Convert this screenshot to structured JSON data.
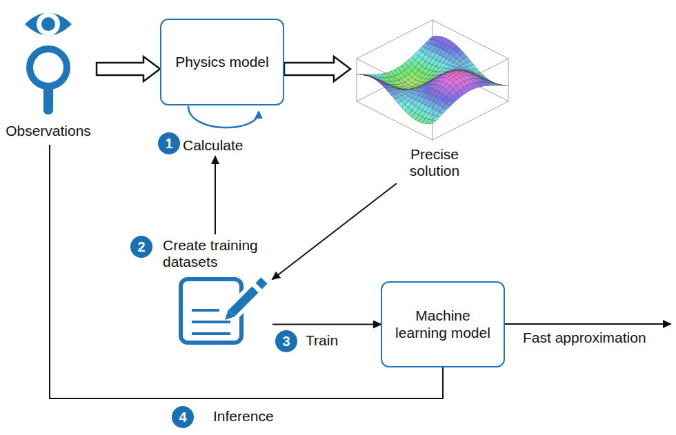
{
  "diagram": {
    "nodes": [
      {
        "text": [
          "Observations"
        ]
      },
      {
        "text": [
          "Physics model",
          "Calculate"
        ]
      },
      {
        "text": [
          "Precise solution"
        ]
      },
      {
        "text": [
          "Create training datasets"
        ]
      },
      {
        "text": [
          "Machine learning model"
        ]
      }
    ],
    "edges": [
      {
        "from": 0,
        "to": 1,
        "arrow": "to"
      },
      {
        "from": 1,
        "to": 2,
        "arrow": "to"
      },
      {
        "from": 2,
        "to": 3,
        "arrow": "to"
      },
      {
        "from": 3,
        "to": 4,
        "label": "Train",
        "arrow": "to"
      },
      {
        "from": 0,
        "to": 4,
        "label": "Inference",
        "arrow": "none"
      },
      {
        "from": 3,
        "to": 1,
        "arrow": "to"
      }
    ],
    "labels": [
      "1",
      "2",
      "3",
      "4",
      "Fast approximation"
    ]
  }
}
